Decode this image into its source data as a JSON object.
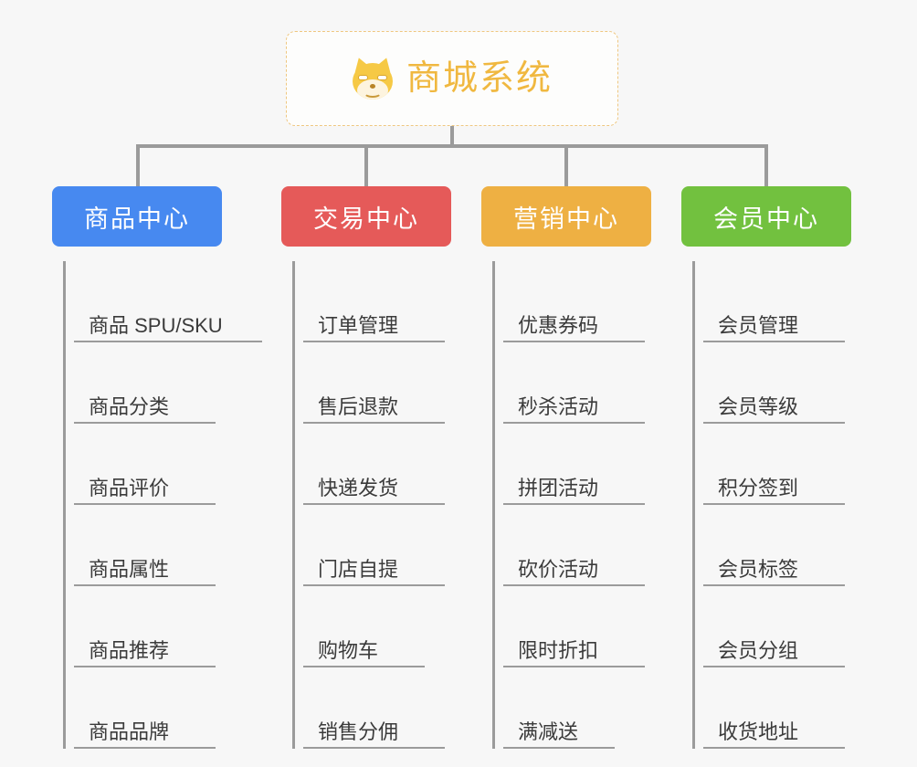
{
  "root": {
    "title": "商城系统",
    "icon": "shiba-inu-icon",
    "border_color": "#efc780",
    "text_color": "#f0b840"
  },
  "connector_color": "#9b9b9b",
  "background_color": "#f7f7f7",
  "columns": [
    {
      "label": "商品中心",
      "color": "#4789f0",
      "items": [
        "商品 SPU/SKU",
        "商品分类",
        "商品评价",
        "商品属性",
        "商品推荐",
        "商品品牌"
      ]
    },
    {
      "label": "交易中心",
      "color": "#e55a59",
      "items": [
        "订单管理",
        "售后退款",
        "快递发货",
        "门店自提",
        "购物车",
        "销售分佣"
      ]
    },
    {
      "label": "营销中心",
      "color": "#eeb043",
      "items": [
        "优惠券码",
        "秒杀活动",
        "拼团活动",
        "砍价活动",
        "限时折扣",
        "满减送"
      ]
    },
    {
      "label": "会员中心",
      "color": "#72c13f",
      "items": [
        "会员管理",
        "会员等级",
        "积分签到",
        "会员标签",
        "会员分组",
        "收货地址"
      ]
    }
  ]
}
